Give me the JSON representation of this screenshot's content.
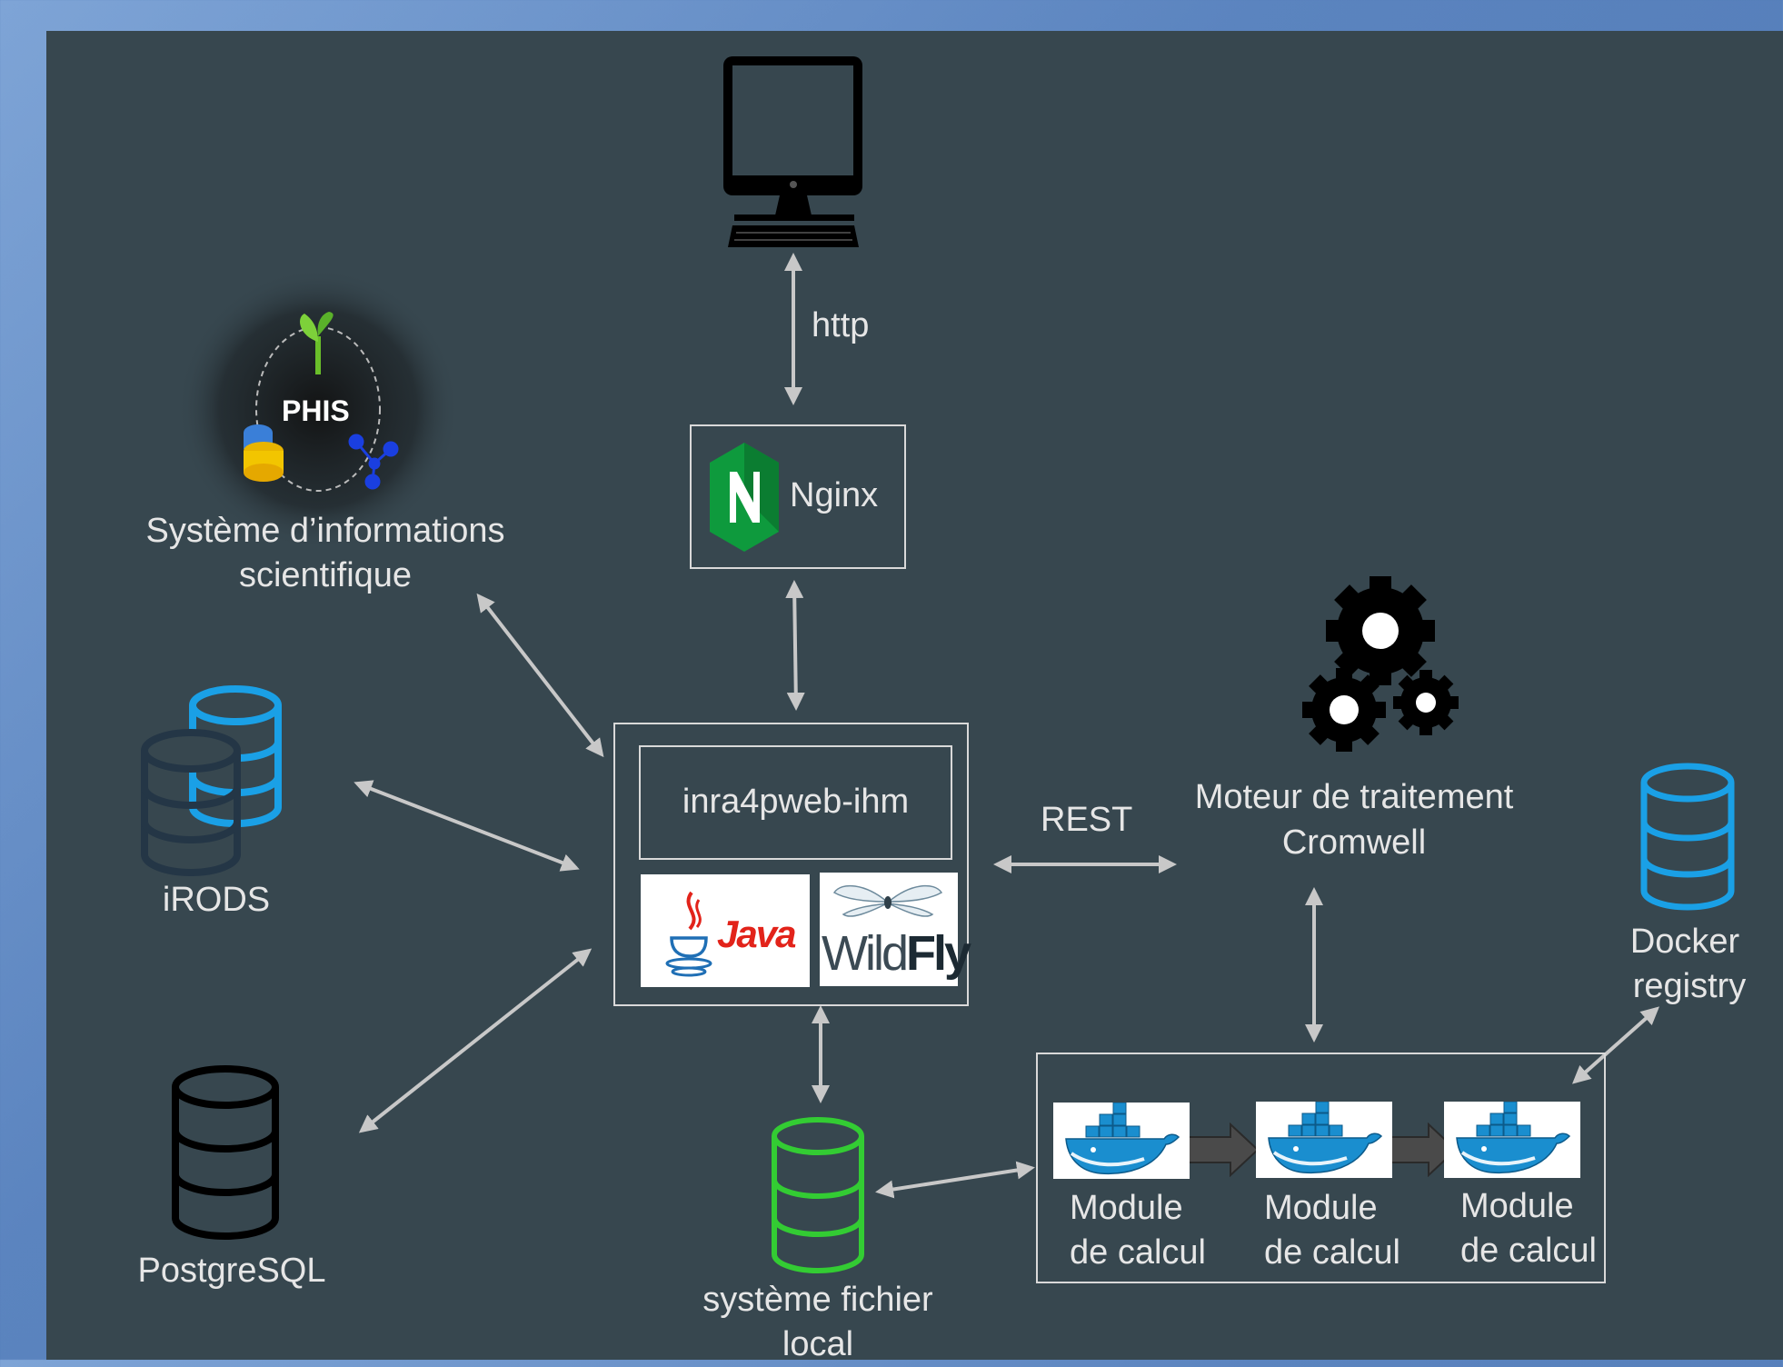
{
  "colors": {
    "background": "#37474f",
    "frame": "#6c93c8",
    "arrow": "#c8c8c8",
    "text": "#e6e6e6",
    "irods_db": "#1aa0e6",
    "postgres_db": "#000000",
    "docker_db": "#1aa0e6",
    "local_fs_db": "#33cc33",
    "nginx_green": "#0e9a3d"
  },
  "nodes": {
    "client": {
      "icon": "desktop-computer-icon"
    },
    "http_label": "http",
    "nginx": {
      "label": "Nginx",
      "icon": "nginx-logo"
    },
    "phis": {
      "logo_text": "PHIS",
      "label_line1": "Système d’informations",
      "label_line2": "scientifique"
    },
    "irods": {
      "label": "iRODS",
      "icon": "database-stack-icon"
    },
    "postgres": {
      "label": "PostgreSQL",
      "icon": "database-icon"
    },
    "app": {
      "title": "inra4pweb-ihm",
      "java_logo_text": "Java",
      "wildfly_logo_text_light": "Wild",
      "wildfly_logo_text_bold": "Fly"
    },
    "rest_label": "REST",
    "cromwell": {
      "label_line1": "Moteur de traitement",
      "label_line2": "Cromwell",
      "icon": "gears-icon"
    },
    "docker_registry": {
      "label_line1": "Docker",
      "label_line2": "registry",
      "icon": "database-icon"
    },
    "local_fs": {
      "label_line1": "système fichier",
      "label_line2": "local",
      "icon": "database-icon"
    },
    "modules": [
      {
        "line1": "Module",
        "line2": "de calcul",
        "icon": "docker-whale-icon"
      },
      {
        "line1": "Module",
        "line2": "de calcul",
        "icon": "docker-whale-icon"
      },
      {
        "line1": "Module",
        "line2": "de calcul",
        "icon": "docker-whale-icon"
      }
    ]
  }
}
